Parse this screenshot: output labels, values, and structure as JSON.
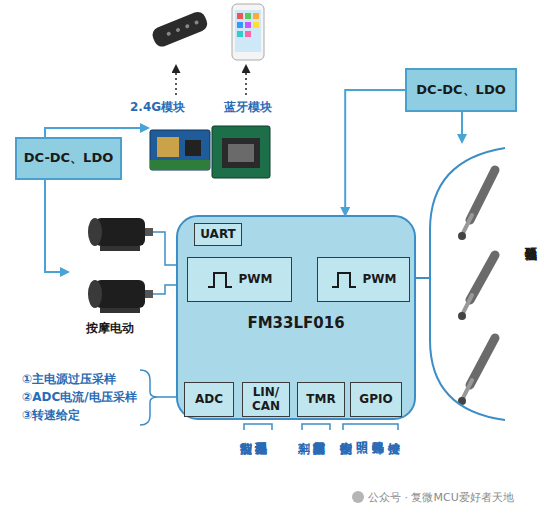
{
  "diagram": {
    "nodes": [
      {
        "text": [
          "DC-DC、LDO"
        ]
      },
      {
        "text": [
          "DC-DC、LDO"
        ]
      },
      {
        "text": [
          "FM33LF016"
        ]
      },
      {
        "text": [
          "UART"
        ],
        "in": 2
      },
      {
        "text": [
          "PWM"
        ],
        "in": 2
      },
      {
        "text": [
          "PWM"
        ],
        "in": 2
      },
      {
        "text": [
          "ADC"
        ],
        "in": 2
      },
      {
        "text": [
          "LIN/ CAN"
        ],
        "in": 2
      },
      {
        "text": [
          "TMR"
        ],
        "in": 2
      },
      {
        "text": [
          "GPIO"
        ],
        "in": 2
      }
    ],
    "edges": [
      {
        "from": 1,
        "to": 2,
        "arrow": "to"
      }
    ],
    "labels": [
      "2.4G模块",
      "蓝牙模块",
      "按摩电动",
      "线性驱动器",
      "①主电源过压采样",
      "②ADC电流/电压采样",
      "③转速给定",
      "节点控制",
      "协处理器通讯",
      "刹车",
      "霍尔输入捕获",
      "控制指令",
      "照明",
      "蜂鸣器",
      "按键",
      "公众号 · 复微MCU爱好者天地"
    ]
  }
}
